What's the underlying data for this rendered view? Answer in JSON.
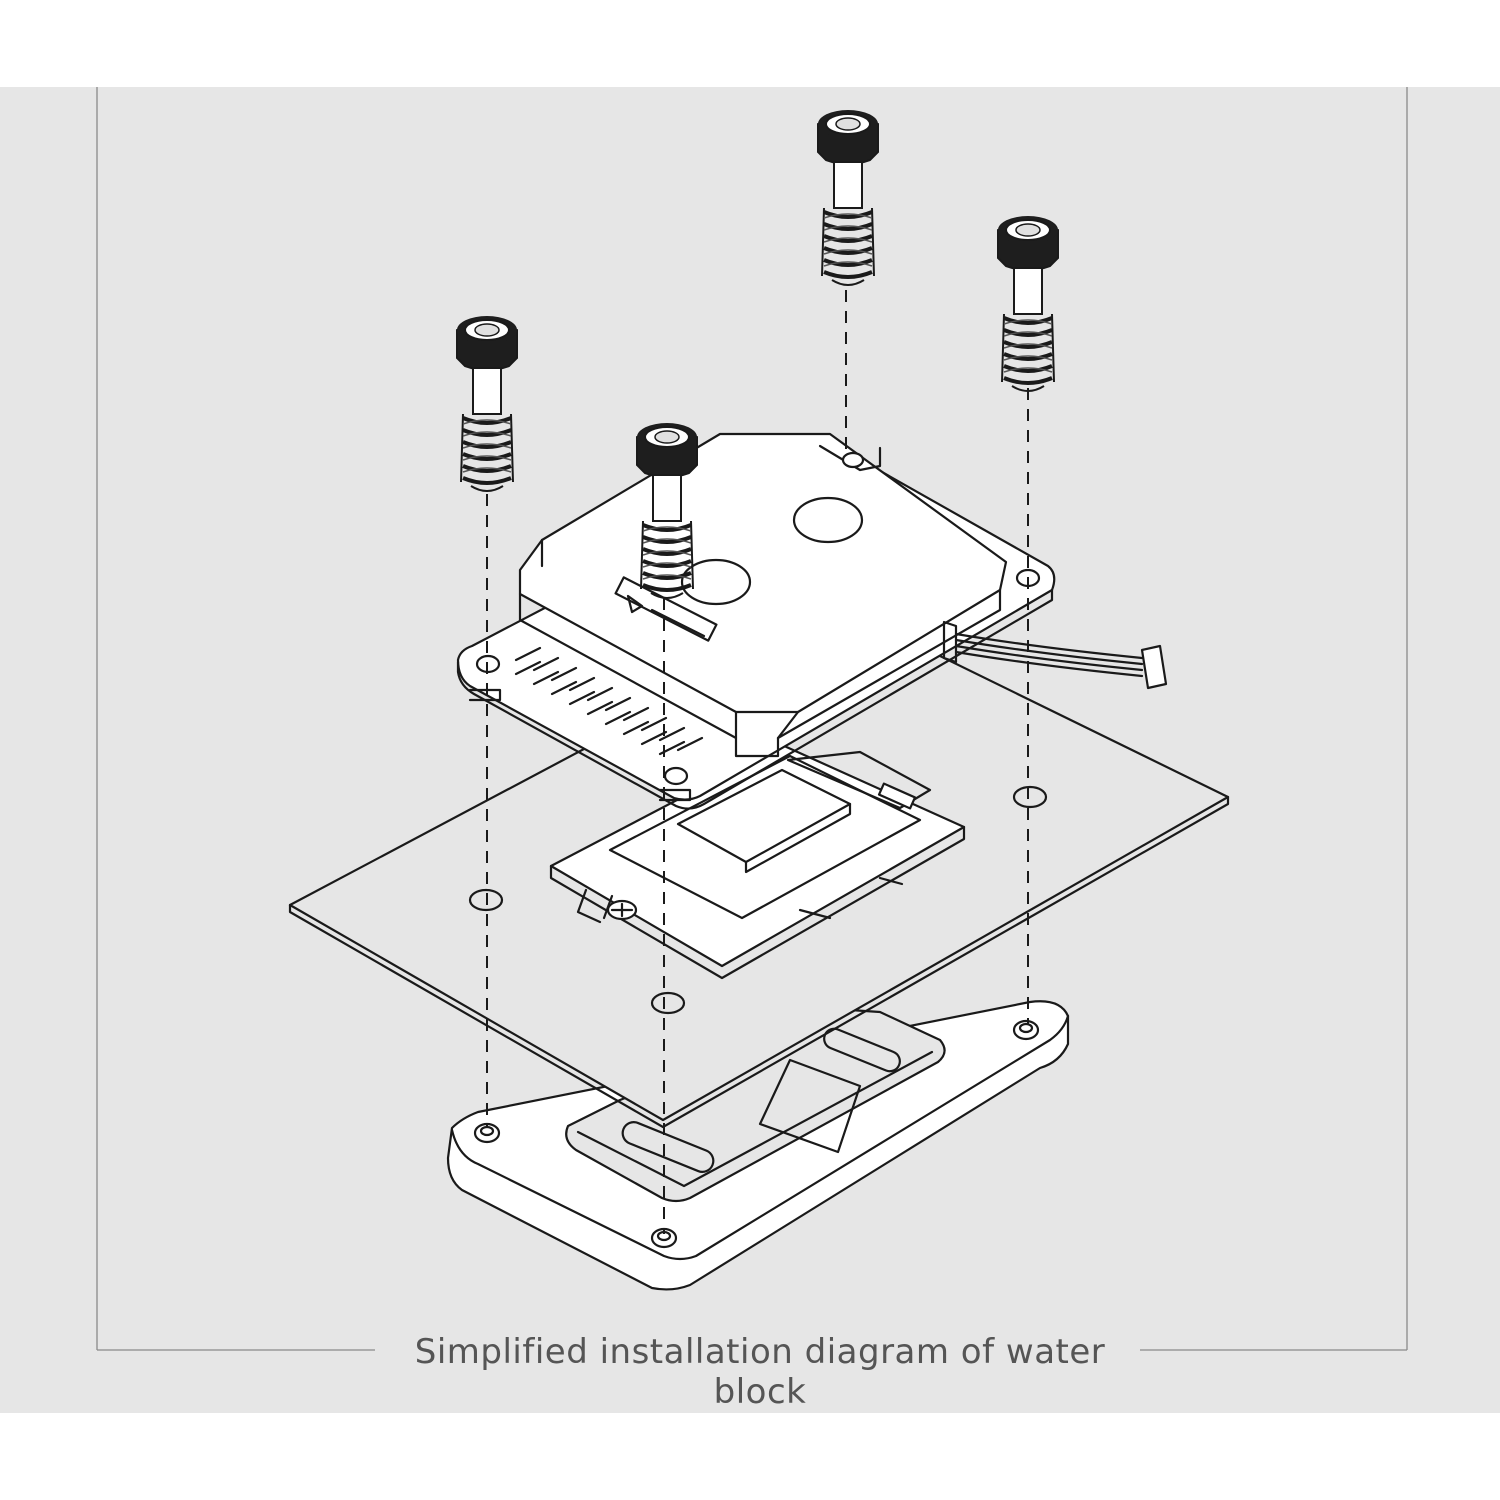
{
  "caption": "Simplified installation diagram of water block",
  "parts": {
    "screws": [
      "screw-with-spring",
      "screw-with-spring",
      "screw-with-spring",
      "screw-with-spring"
    ],
    "assembly": [
      "water-block",
      "cpu-socket",
      "motherboard",
      "backplate"
    ]
  },
  "colors": {
    "panel": "#e6e6e6",
    "line": "#1a1a1a",
    "frame": "#8a8a8a",
    "caption": "#555555"
  }
}
